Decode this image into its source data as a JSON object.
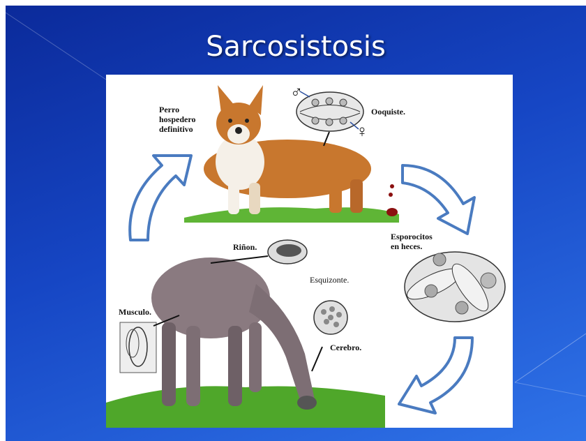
{
  "slide": {
    "title": "Sarcosistosis"
  },
  "diagram": {
    "dog_label": {
      "line1": "Perro",
      "line2": "hospedero",
      "line3": "definitivo"
    },
    "oocyst_label": "Ooquiste.",
    "sporocysts_label": {
      "line1": "Esporocitos",
      "line2": "en heces."
    },
    "kidney_label": "Riñon.",
    "schizont_label": "Esquizonte.",
    "muscle_label": "Musculo.",
    "brain_label": "Cerebro.",
    "male_symbol": "♂",
    "female_symbol": "♀"
  },
  "colors": {
    "background": "#1646c4",
    "arrow_fill": "#ffffff",
    "arrow_stroke": "#4a7bc0",
    "grass": "#5fb536",
    "dog": "#c8772e",
    "llama": "#8a7a80"
  }
}
